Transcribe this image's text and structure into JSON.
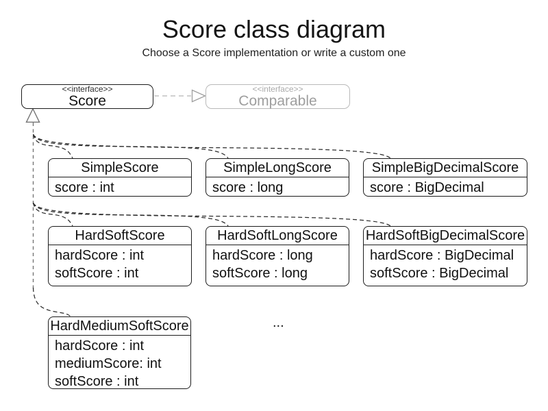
{
  "header": {
    "title": "Score class diagram",
    "subtitle": "Choose a Score implementation or write a custom one"
  },
  "interfaces": {
    "score": {
      "stereotype": "<<interface>>",
      "name": "Score"
    },
    "comparable": {
      "stereotype": "<<interface>>",
      "name": "Comparable"
    }
  },
  "classes": [
    {
      "name": "SimpleScore",
      "attrs": [
        "score : int"
      ]
    },
    {
      "name": "SimpleLongScore",
      "attrs": [
        "score : long"
      ]
    },
    {
      "name": "SimpleBigDecimalScore",
      "attrs": [
        "score : BigDecimal"
      ]
    },
    {
      "name": "HardSoftScore",
      "attrs": [
        "hardScore : int",
        "softScore : int"
      ]
    },
    {
      "name": "HardSoftLongScore",
      "attrs": [
        "hardScore : long",
        "softScore : long"
      ]
    },
    {
      "name": "HardSoftBigDecimalScore",
      "attrs": [
        "hardScore : BigDecimal",
        "softScore : BigDecimal"
      ]
    },
    {
      "name": "HardMediumSoftScore",
      "attrs": [
        "hardScore : int",
        "mediumScore: int",
        "softScore : int"
      ]
    }
  ],
  "ellipsis": "...",
  "colors": {
    "line": "#2b2b2b",
    "guide": "#757575",
    "muted_line": "#c9c9c9",
    "muted_stroke": "#9e9e9e",
    "border": "#1b1b1b",
    "muted_text": "#9e9e9e"
  }
}
